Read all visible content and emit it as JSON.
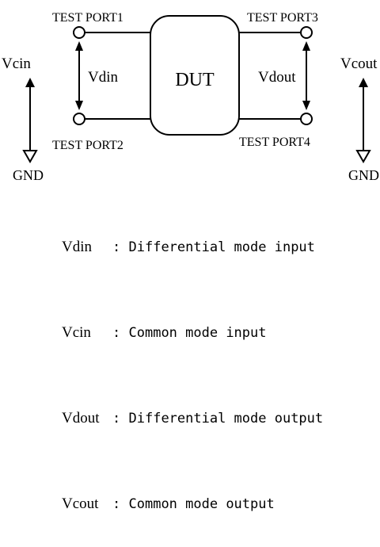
{
  "ports": {
    "p1": "TEST PORT1",
    "p2": "TEST PORT2",
    "p3": "TEST PORT3",
    "p4": "TEST PORT4"
  },
  "dut": "DUT",
  "voltages": {
    "vdin": "Vdin",
    "vdout": "Vdout",
    "vcin": "Vcin",
    "vcout": "Vcout"
  },
  "ground": {
    "left": "GND",
    "right": "GND"
  },
  "legend": [
    {
      "symbol": "Vdin",
      "sep": ":",
      "desc": "Differential mode input"
    },
    {
      "symbol": "Vcin",
      "sep": ":",
      "desc": "Common mode input"
    },
    {
      "symbol": "Vdout",
      "sep": ":",
      "desc": "Differential mode output"
    },
    {
      "symbol": "Vcout",
      "sep": ":",
      "desc": "Common mode output"
    }
  ]
}
